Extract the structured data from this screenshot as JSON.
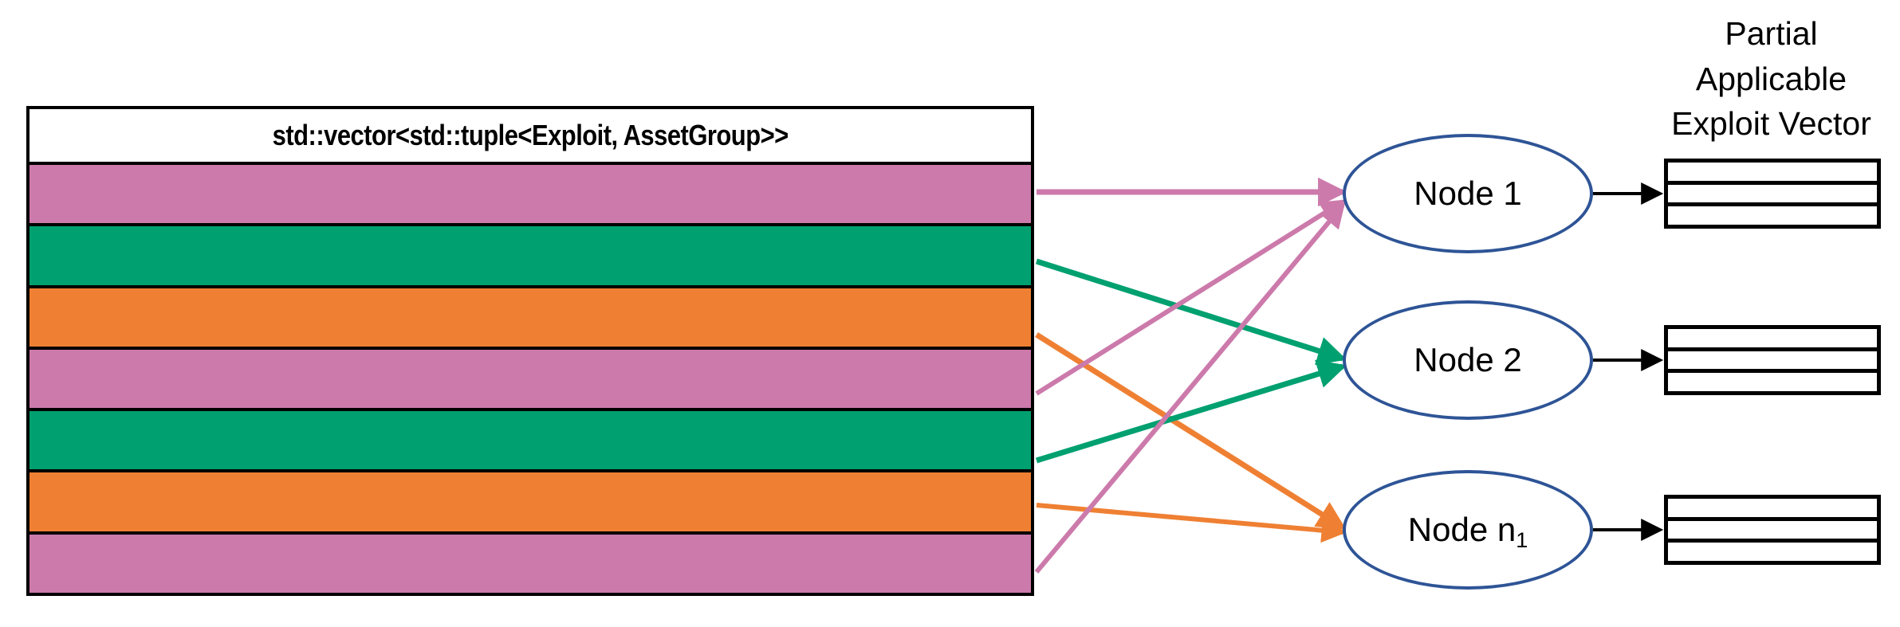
{
  "diagram": {
    "title": "Exploit AssetGroup tuple vector distributed to nodes",
    "colors": {
      "pink": "#CC7AAB",
      "green": "#00A070",
      "orange": "#EF8033",
      "node_stroke": "#2E5496",
      "outline": "#000000",
      "background": "#FFFFFF"
    }
  },
  "vector_table": {
    "header_label": "std::vector<std::tuple<Exploit, AssetGroup>>",
    "rows": [
      {
        "index": 1,
        "color_name": "pink",
        "color": "#CC7AAB",
        "target_node": "Node 1"
      },
      {
        "index": 2,
        "color_name": "green",
        "color": "#00A070",
        "target_node": "Node 2"
      },
      {
        "index": 3,
        "color_name": "orange",
        "color": "#EF8033",
        "target_node": "Node n1"
      },
      {
        "index": 4,
        "color_name": "pink",
        "color": "#CC7AAB",
        "target_node": "Node 1"
      },
      {
        "index": 5,
        "color_name": "green",
        "color": "#00A070",
        "target_node": "Node 2"
      },
      {
        "index": 6,
        "color_name": "orange",
        "color": "#EF8033",
        "target_node": "Node n1"
      },
      {
        "index": 7,
        "color_name": "pink",
        "color": "#CC7AAB",
        "target_node": "Node 1"
      }
    ]
  },
  "nodes": [
    {
      "id": "node-1",
      "label": "Node 1",
      "label_main": "Node 1",
      "subscript": ""
    },
    {
      "id": "node-2",
      "label": "Node 2",
      "label_main": "Node 2",
      "subscript": ""
    },
    {
      "id": "node-n1",
      "label": "Node n1",
      "label_main": "Node n",
      "subscript": "1"
    }
  ],
  "partial_applicable_vector": {
    "caption_lines": [
      "Partial",
      "Applicable",
      "Exploit Vector"
    ],
    "caption_full": "Partial Applicable Exploit Vector",
    "boxes": [
      {
        "for_node": "Node 1",
        "cells": [
          "",
          "",
          ""
        ]
      },
      {
        "for_node": "Node 2",
        "cells": [
          "",
          "",
          ""
        ]
      },
      {
        "for_node": "Node n1",
        "cells": [
          "",
          "",
          ""
        ]
      }
    ]
  },
  "edges": [
    {
      "from_row": 1,
      "to_node": "Node 1",
      "color": "#CC7AAB"
    },
    {
      "from_row": 2,
      "to_node": "Node 2",
      "color": "#00A070"
    },
    {
      "from_row": 3,
      "to_node": "Node n1",
      "color": "#EF8033"
    },
    {
      "from_row": 4,
      "to_node": "Node 1",
      "color": "#CC7AAB"
    },
    {
      "from_row": 5,
      "to_node": "Node 2",
      "color": "#00A070"
    },
    {
      "from_row": 6,
      "to_node": "Node n1",
      "color": "#EF8033"
    },
    {
      "from_row": 7,
      "to_node": "Node 1",
      "color": "#CC7AAB"
    },
    {
      "from_node": "Node 1",
      "to_box": 1,
      "color": "#000000"
    },
    {
      "from_node": "Node 2",
      "to_box": 2,
      "color": "#000000"
    },
    {
      "from_node": "Node n1",
      "to_box": 3,
      "color": "#000000"
    }
  ]
}
